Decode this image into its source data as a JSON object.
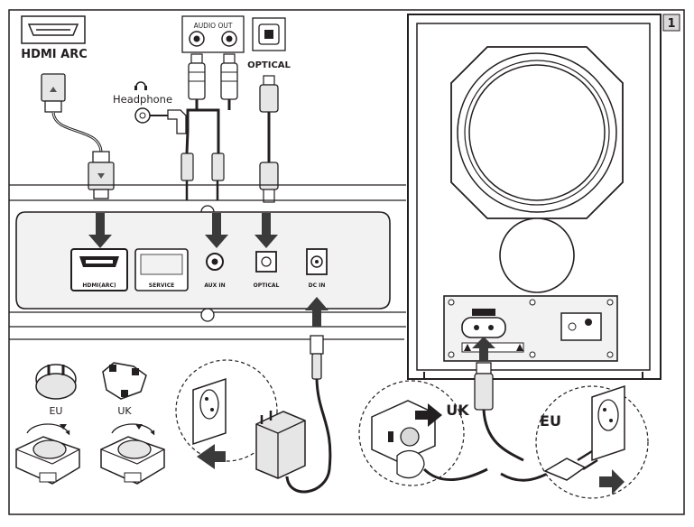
{
  "figure_number": "1",
  "top_labels": {
    "hdmi_arc": "HDMI ARC",
    "audio_out": "AUDIO OUT",
    "optical": "OPTICAL",
    "headphone": "Headphone"
  },
  "panel_ports": {
    "hdmi": "HDMI(ARC)",
    "service": "SERVICE",
    "aux_in": "AUX IN",
    "optical": "OPTICAL",
    "dc_in": "DC IN"
  },
  "plug_labels": {
    "eu_adapter": "EU",
    "uk_adapter": "UK",
    "uk_socket": "UK",
    "eu_socket": "EU"
  },
  "colors": {
    "line": "#231f20",
    "arrow": "#3a3a3a",
    "panel": "#f2f2f2",
    "grey_fill": "#d9d9d9"
  }
}
